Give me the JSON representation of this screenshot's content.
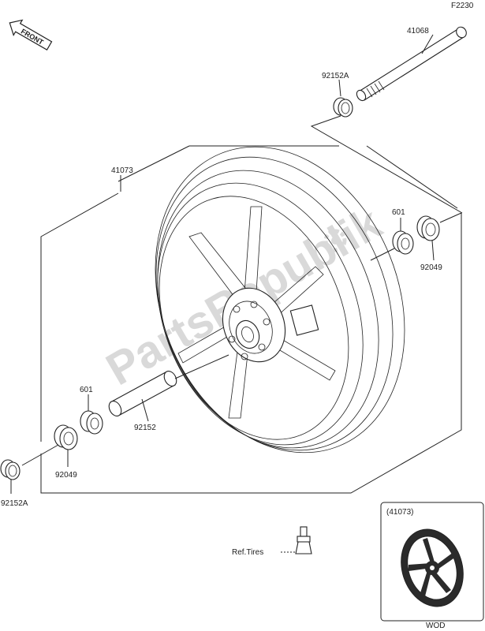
{
  "figure_code": "F2230",
  "direction_badge": "FRONT",
  "watermark": "PartsRepublik",
  "parts": {
    "axle": "41068",
    "collar_top": "92152A",
    "wheel": "41073",
    "bearing_right": "601",
    "seal_right": "92049",
    "bearing_left": "601",
    "spacer": "92152",
    "seal_left": "92049",
    "collar_bottom": "92152A"
  },
  "valve_ref": "Ref.Tires",
  "inset": {
    "title": "(41073)",
    "code": "WOD"
  }
}
